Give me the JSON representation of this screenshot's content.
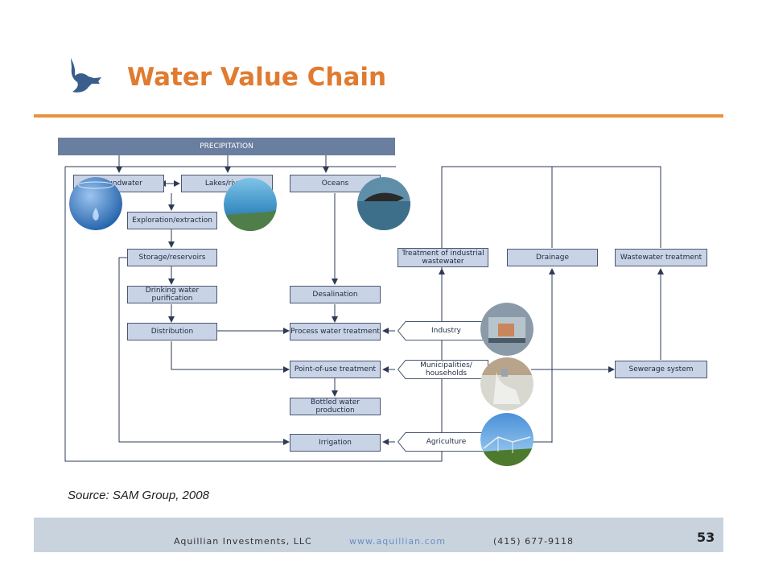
{
  "slide": {
    "title": "Water Value Chain",
    "source": "Source: SAM Group, 2008",
    "page_number": "53"
  },
  "footer": {
    "company": "Aquillian Investments, LLC",
    "website": "www.aquillian.com",
    "phone": "(415) 677-9118"
  },
  "diagram": {
    "precipitation": "PRECIPITATION",
    "groundwater": "Groundwater",
    "lakes_rivers": "Lakes/rivers",
    "oceans": "Oceans",
    "exploration": "Exploration/extraction",
    "storage": "Storage/reservoirs",
    "drinking": "Drinking water purification",
    "distribution": "Distribution",
    "desalination": "Desalination",
    "process_water": "Process water treatment",
    "point_of_use": "Point-of-use treatment",
    "bottled": "Bottled water production",
    "irrigation": "Irrigation",
    "industry": "Industry",
    "municipalities": "Municipalities/ households",
    "agriculture": "Agriculture",
    "treatment_industrial": "Treatment of industrial wastewater",
    "drainage": "Drainage",
    "wastewater": "Wastewater treatment",
    "sewerage": "Sewerage system"
  },
  "colors": {
    "title": "#E07B2F",
    "rule": "#E8913C",
    "box_fill": "#C9D3E6",
    "box_border": "#4A5873",
    "precip_bar": "#6A7FA0",
    "footer_bg": "#C9D3DE",
    "link": "#6A8FC0"
  }
}
